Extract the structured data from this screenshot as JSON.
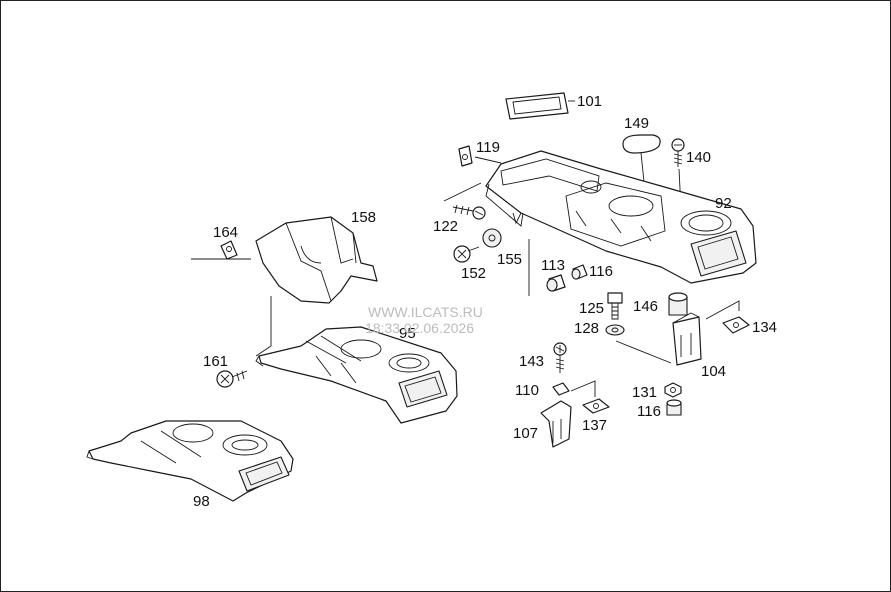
{
  "diagram": {
    "callouts": [
      {
        "id": "101",
        "label": "101"
      },
      {
        "id": "149",
        "label": "149"
      },
      {
        "id": "140",
        "label": "140"
      },
      {
        "id": "119",
        "label": "119"
      },
      {
        "id": "92",
        "label": "92"
      },
      {
        "id": "158",
        "label": "158"
      },
      {
        "id": "164",
        "label": "164"
      },
      {
        "id": "122",
        "label": "122"
      },
      {
        "id": "152",
        "label": "152"
      },
      {
        "id": "155",
        "label": "155"
      },
      {
        "id": "113",
        "label": "113"
      },
      {
        "id": "116a",
        "label": "116"
      },
      {
        "id": "125",
        "label": "125"
      },
      {
        "id": "146",
        "label": "146"
      },
      {
        "id": "128",
        "label": "128"
      },
      {
        "id": "134",
        "label": "134"
      },
      {
        "id": "95",
        "label": "95"
      },
      {
        "id": "104",
        "label": "104"
      },
      {
        "id": "143",
        "label": "143"
      },
      {
        "id": "161",
        "label": "161"
      },
      {
        "id": "110",
        "label": "110"
      },
      {
        "id": "131",
        "label": "131"
      },
      {
        "id": "116b",
        "label": "116"
      },
      {
        "id": "107",
        "label": "107"
      },
      {
        "id": "137",
        "label": "137"
      },
      {
        "id": "98",
        "label": "98"
      }
    ],
    "watermark": {
      "line1": "WWW.ILCATS.RU",
      "line2": "18:33 02.06.2026"
    }
  }
}
